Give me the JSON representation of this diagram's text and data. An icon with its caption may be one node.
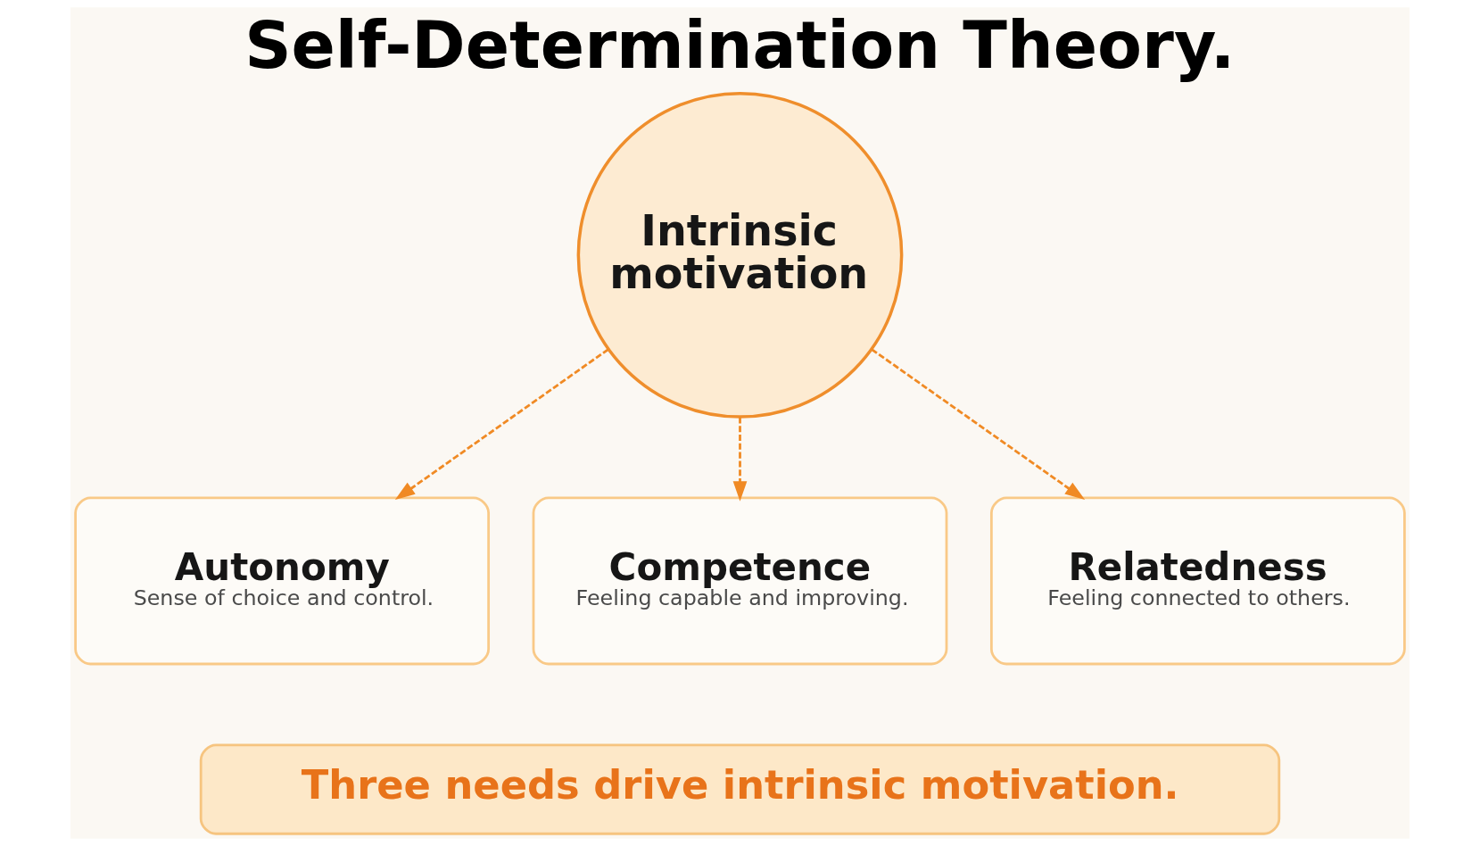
{
  "diagram": {
    "title": "Self-Determination Theory.",
    "nodes": [
      {
        "text": [
          "Intrinsic motivation"
        ]
      },
      {
        "text": [
          "Autonomy",
          "Sense of choice and control."
        ]
      },
      {
        "text": [
          "Competence",
          "Feeling capable and improving."
        ]
      },
      {
        "text": [
          "Relatedness",
          "Feeling connected to others."
        ]
      },
      {
        "text": [
          "Three needs drive intrinsic motivation."
        ]
      }
    ],
    "edges": [
      {
        "from": 0,
        "to": 1,
        "arrow": "to",
        "style": "dashed"
      },
      {
        "from": 0,
        "to": 2,
        "arrow": "to",
        "style": "dashed"
      },
      {
        "from": 0,
        "to": 3,
        "arrow": "to",
        "style": "dashed"
      }
    ]
  }
}
